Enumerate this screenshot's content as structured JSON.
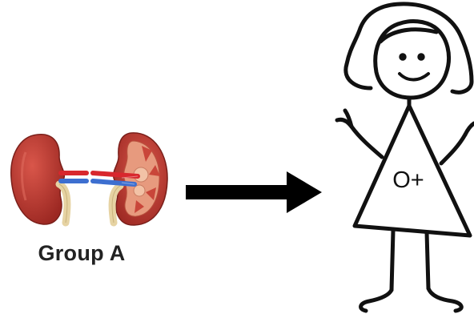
{
  "donor": {
    "organ_icon": "kidneys-illustration",
    "label": "Group A"
  },
  "transfer": {
    "icon": "right-arrow"
  },
  "recipient": {
    "icon": "stick-figure-girl",
    "blood_type": "O+"
  },
  "colors": {
    "kidney": "#b8322a",
    "kidney_inner": "#e79a7e",
    "artery": "#d8272d",
    "vein": "#3d6fd0",
    "ureter": "#e8d6a7",
    "ink": "#111111"
  }
}
